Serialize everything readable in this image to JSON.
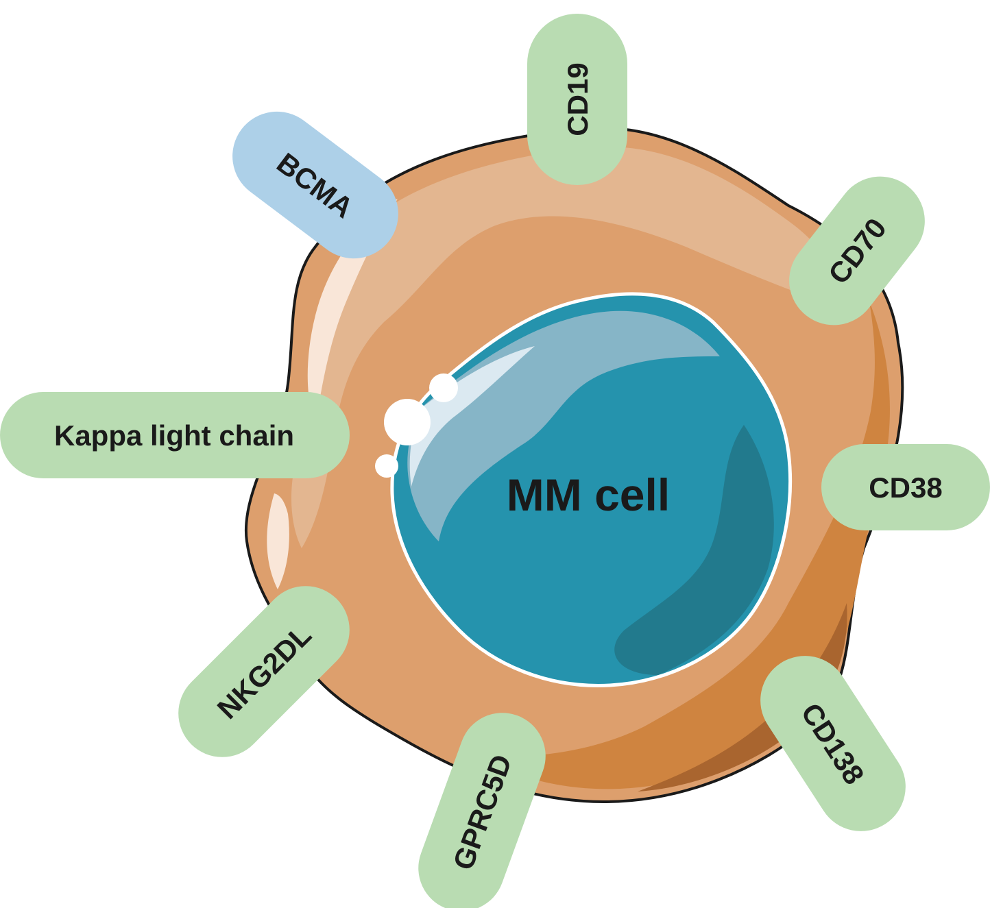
{
  "cell_label": "MM cell",
  "colors": {
    "membrane_outer": "#dd9f6d",
    "membrane_shadow": "#cf8440",
    "membrane_deep_shadow": "#a9652f",
    "membrane_highlight": "#e3b690",
    "membrane_highlight_light": "#f9e6d8",
    "nucleus": "#2593ad",
    "nucleus_dark": "#227a8d",
    "nucleus_highlight": "#86b5c7",
    "nucleus_highlight_light": "#dbe9f1",
    "outline": "#1a1a1a",
    "marker_green": "#b9dcb2",
    "marker_blue": "#add0e8"
  },
  "markers": {
    "cd19": {
      "label": "CD19",
      "color": "green"
    },
    "bcma": {
      "label": "BCMA",
      "color": "blue"
    },
    "cd70": {
      "label": "CD70",
      "color": "green"
    },
    "kappa": {
      "label": "Kappa light chain",
      "color": "green"
    },
    "cd38": {
      "label": "CD38",
      "color": "green"
    },
    "nkg2dl": {
      "label": "NKG2DL",
      "color": "green"
    },
    "cd138": {
      "label": "CD138",
      "color": "green"
    },
    "gprc5d": {
      "label": "GPRC5D",
      "color": "green"
    }
  }
}
